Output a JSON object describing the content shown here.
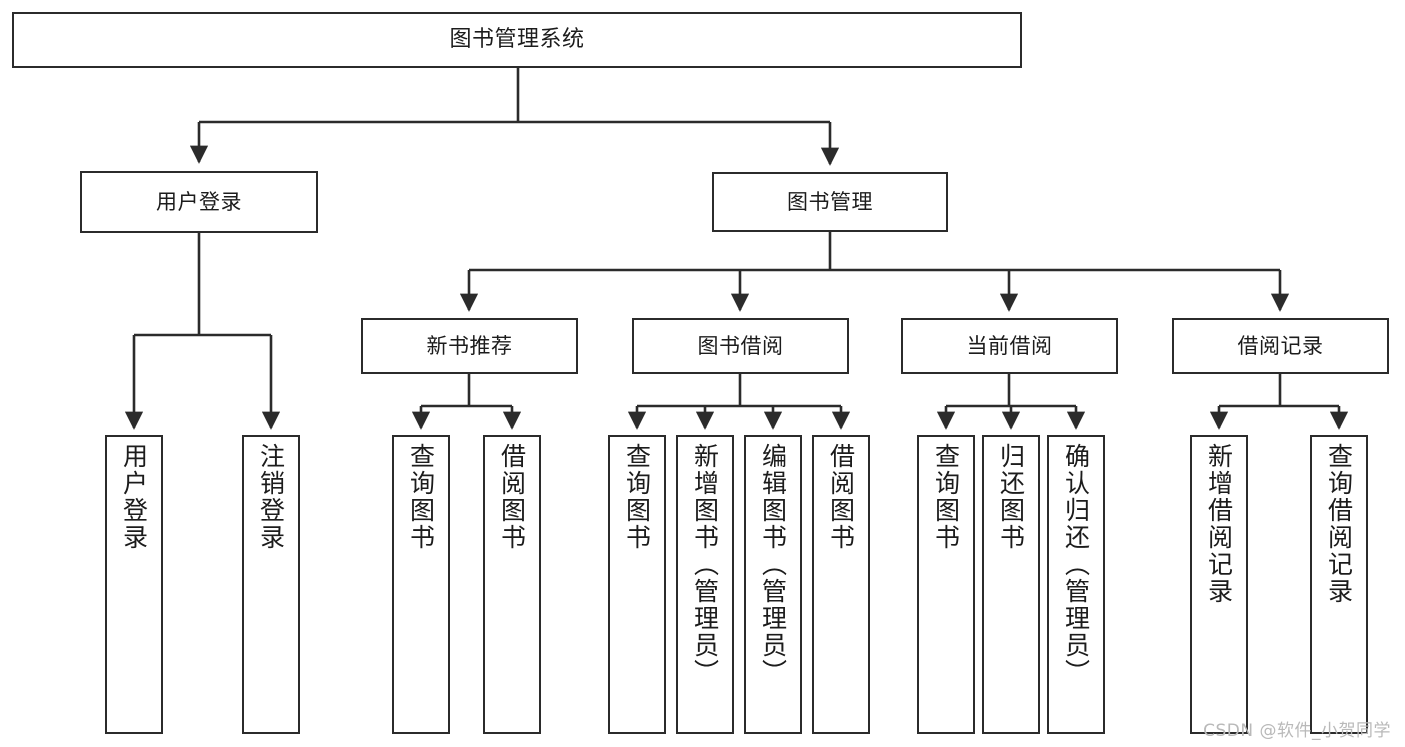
{
  "diagram": {
    "title": "图书管理系统",
    "type": "hierarchy-tree",
    "background_color": "#ffffff",
    "line_color": "#2b2b2b",
    "text_color": "#1c1c1c"
  },
  "root": {
    "label": "图书管理系统"
  },
  "level1": [
    {
      "label": "用户登录"
    },
    {
      "label": "图书管理"
    }
  ],
  "level2": [
    {
      "label": "新书推荐"
    },
    {
      "label": "图书借阅"
    },
    {
      "label": "当前借阅"
    },
    {
      "label": "借阅记录"
    }
  ],
  "leaves": {
    "user_login": [
      {
        "label": "用户登录"
      },
      {
        "label": "注销登录"
      }
    ],
    "new_book": [
      {
        "label": "查询图书"
      },
      {
        "label": "借阅图书"
      }
    ],
    "book_borrow": [
      {
        "label": "查询图书"
      },
      {
        "label": "新增图书（管理员）"
      },
      {
        "label": "编辑图书（管理员）"
      },
      {
        "label": "借阅图书"
      }
    ],
    "current_borrow": [
      {
        "label": "查询图书"
      },
      {
        "label": "归还图书"
      },
      {
        "label": "确认归还（管理员）"
      }
    ],
    "borrow_record": [
      {
        "label": "新增借阅记录"
      },
      {
        "label": "查询借阅记录"
      }
    ]
  },
  "watermark": {
    "text": "CSDN @软件_小贺同学"
  }
}
